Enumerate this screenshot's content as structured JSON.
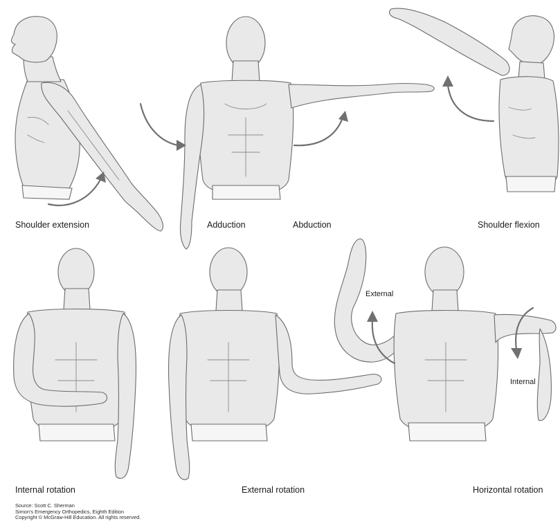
{
  "labels": {
    "shoulder_extension": "Shoulder extension",
    "adduction": "Adduction",
    "abduction": "Abduction",
    "shoulder_flexion": "Shoulder flexion",
    "internal_rotation": "Internal rotation",
    "external_rotation": "External rotation",
    "horizontal_rotation": "Horizontal rotation",
    "external": "External",
    "internal": "Internal"
  },
  "credit": {
    "line1": "Source: Scott C. Sherman",
    "line2": "Simon's Emergency Orthopedics, Eighth Edition",
    "line3": "Copyright © McGraw-Hill Education. All rights reserved."
  },
  "colors": {
    "skin": "#e9e9e9",
    "outline": "#6b6b6b",
    "arrow": "#707070"
  }
}
